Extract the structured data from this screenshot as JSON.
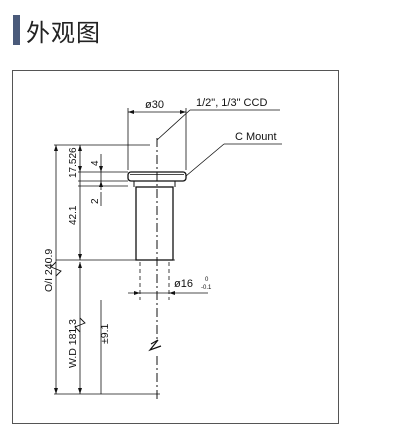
{
  "header": {
    "title": "外观图",
    "accent_color": "#4a5a7a"
  },
  "drawing": {
    "dim_diameter_30": "ø30",
    "label_sensor": "1/2\", 1/3\" CCD",
    "label_mount": "C Mount",
    "dim_17_526": "17.526",
    "dim_4": "4",
    "dim_2": "2",
    "dim_42_1": "42.1",
    "dim_oi": "O/I 240.9",
    "dim_wd": "W.D 181.3",
    "dim_tol": "±9.1",
    "dim_diameter_16": "ø16",
    "dim_tol_upper": "0",
    "dim_tol_lower": "-0.1"
  }
}
